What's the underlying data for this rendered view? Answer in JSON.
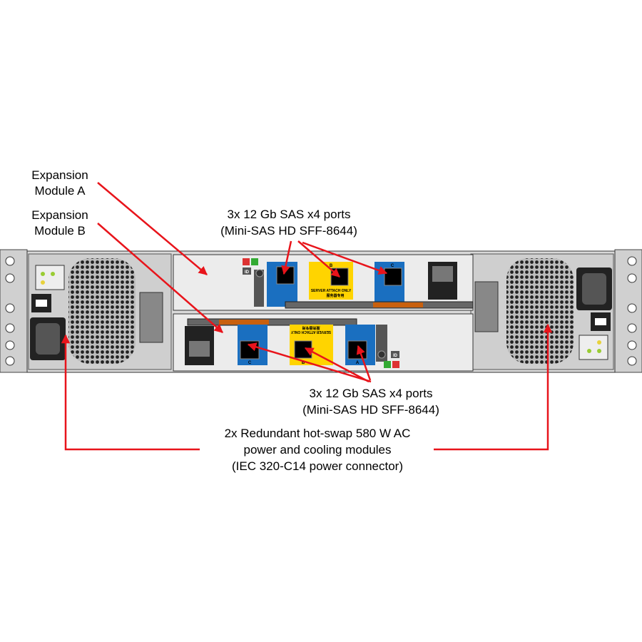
{
  "callouts": {
    "module_a": [
      "Expansion",
      "Module A"
    ],
    "module_b": [
      "Expansion",
      "Module B"
    ],
    "ports_top": [
      "3x 12 Gb SAS x4 ports",
      "(Mini-SAS HD SFF-8644)"
    ],
    "ports_bottom": [
      "3x 12 Gb SAS x4 ports",
      "(Mini-SAS HD SFF-8644)"
    ],
    "power": [
      "2x Redundant hot-swap 580 W AC",
      "power and cooling modules",
      "(IEC 320-C14 power connector)"
    ]
  },
  "module_labels": {
    "port_a": "A",
    "port_b": "B",
    "port_c": "C",
    "server_attach": "SERVER ATTACH ONLY",
    "server_attach_cn": "服务器专用",
    "id": "ID"
  },
  "colors": {
    "arrow": "#e8141b",
    "sas_port_blue": "#1a6fc0",
    "server_port_yellow": "#ffd400",
    "lever_orange": "#c8600e",
    "chassis": "#d9d9d9"
  }
}
